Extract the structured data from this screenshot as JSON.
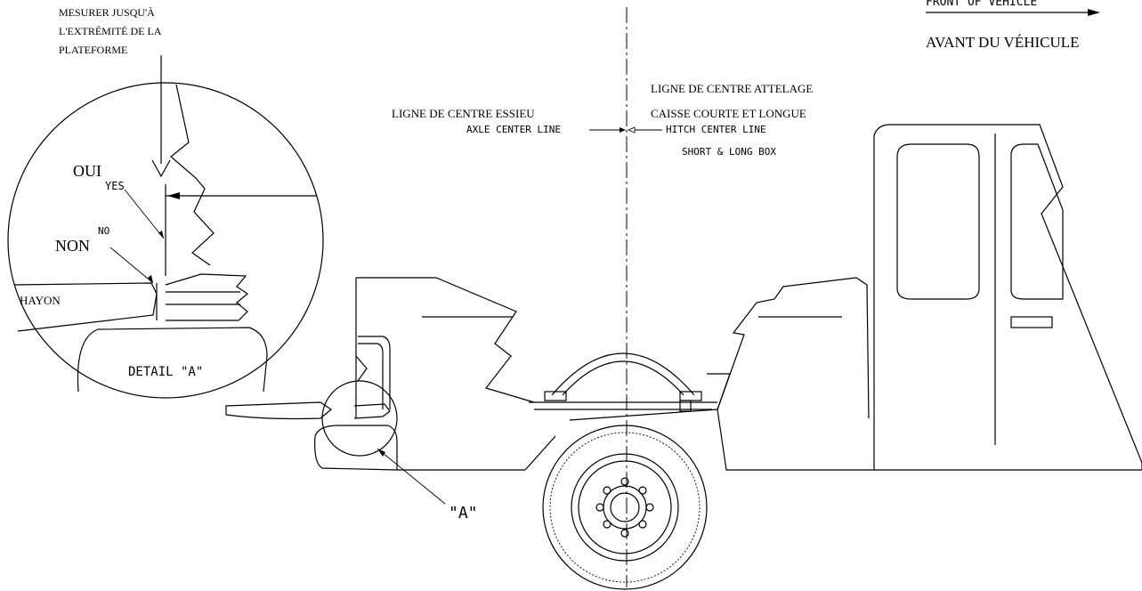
{
  "labels": {
    "measure_line1": "MESURER JUSQU'À",
    "measure_line2": "L'EXTRÉMITÉ DE LA",
    "measure_line3": "PLATEFORME",
    "front_en": "FRONT OF VEHICLE",
    "front_fr": "AVANT DU VÉHICULE",
    "hitch_fr_line1": "LIGNE DE CENTRE ATTELAGE",
    "hitch_fr_line2": "CAISSE COURTE ET LONGUE",
    "axle_fr": "LIGNE DE CENTRE ESSIEU",
    "axle_en": "AXLE CENTER LINE",
    "hitch_en": "HITCH CENTER LINE",
    "short_long_box": "SHORT & LONG BOX",
    "oui": "OUI",
    "yes": "YES",
    "no": "NO",
    "non": "NON",
    "hayon": "HAYON",
    "detail_a": "DETAIL \"A\"",
    "callout_a": "\"A\""
  }
}
